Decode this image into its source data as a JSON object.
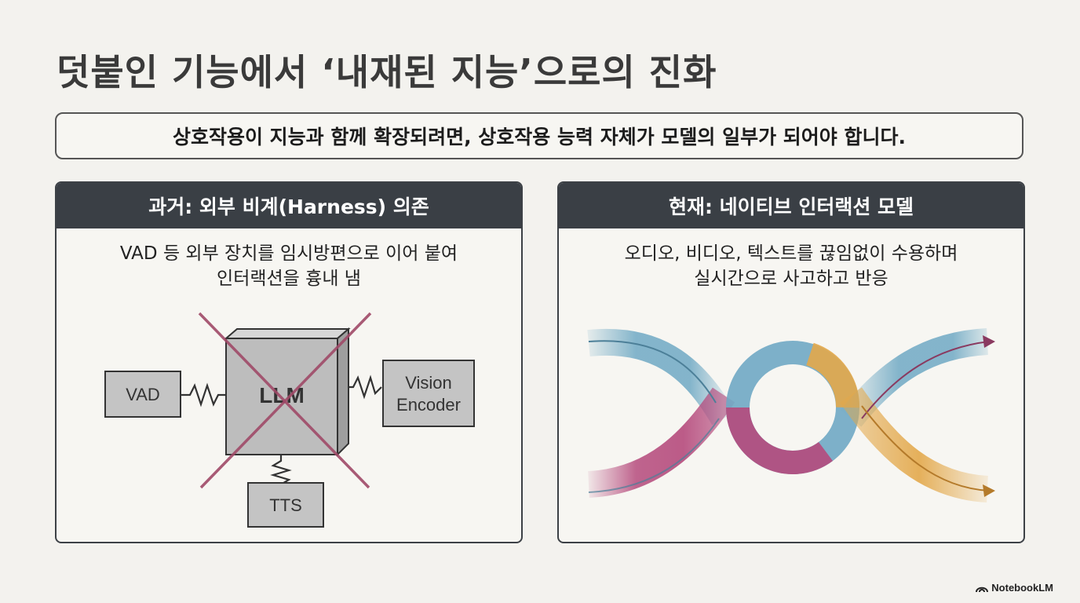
{
  "title": "덧붙인 기능에서 ‘내재된 지능’으로의 진화",
  "subtitle": "상호작용이 지능과 함께 확장되려면, 상호작용 능력 자체가 모델의 일부가 되어야 합니다.",
  "left_panel": {
    "header": "과거: 외부 비계(Harness) 의존",
    "desc_line1": "VAD 등 외부 장치를 임시방편으로 이어 붙여",
    "desc_line2": "인터랙션을 흉내 냄",
    "boxes": {
      "vad": "VAD",
      "llm": "LLM",
      "vision_line1": "Vision",
      "vision_line2": "Encoder",
      "tts": "TTS"
    }
  },
  "right_panel": {
    "header": "현재: 네이티브 인터랙션 모델",
    "desc_line1": "오디오, 비디오, 텍스트를 끊임없이 수용하며",
    "desc_line2": "실시간으로 사고하고 반응"
  },
  "colors": {
    "blue_stream": "#6fa9c4",
    "magenta_stream": "#b54a7c",
    "orange_stream": "#e3a84a",
    "cross": "#a04a68",
    "box_fill": "#bdbdbd",
    "header_bg": "#3a3f45"
  },
  "icons": {
    "brand": "notebooklm-logo-icon"
  },
  "brand": "NotebookLM"
}
